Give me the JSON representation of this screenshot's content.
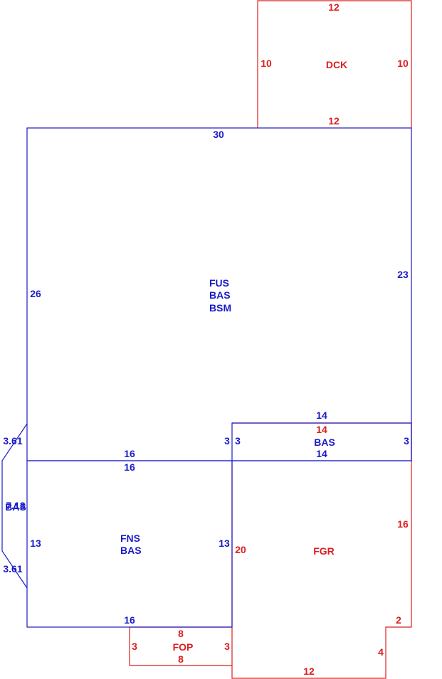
{
  "colors": {
    "living_area": "#1a1ac8",
    "attached_area": "#dc1e1e",
    "background": "#ffffff"
  },
  "areas": {
    "dck": {
      "label": "DCK",
      "dims": {
        "top": "12",
        "left": "10",
        "right": "10",
        "bottom": "12"
      }
    },
    "main": {
      "labels": [
        "FUS",
        "BAS",
        "BSM"
      ],
      "dims": {
        "top": "30",
        "left": "26",
        "right": "23"
      }
    },
    "bas_strip": {
      "label": "BAS",
      "dims": {
        "top": "14",
        "top_inner": "14",
        "bottom": "14",
        "left_outer": "3",
        "left": "3",
        "right": "3"
      }
    },
    "fns": {
      "labels": [
        "FNS",
        "BAS"
      ],
      "dims": {
        "top_outer": "16",
        "top": "16",
        "left": "13",
        "right": "13",
        "bottom": "16"
      }
    },
    "bay": {
      "label": "BAS",
      "overlap_label": "7.13",
      "dims": {
        "top": "3.61",
        "bottom": "3.61"
      }
    },
    "fgr": {
      "label": "FGR",
      "dims": {
        "left": "20",
        "right": "16",
        "notch_top": "2",
        "notch_side": "4",
        "bottom": "12"
      }
    },
    "fop": {
      "label": "FOP",
      "dims": {
        "top": "8",
        "left": "3",
        "right": "3",
        "bottom": "8"
      }
    }
  }
}
